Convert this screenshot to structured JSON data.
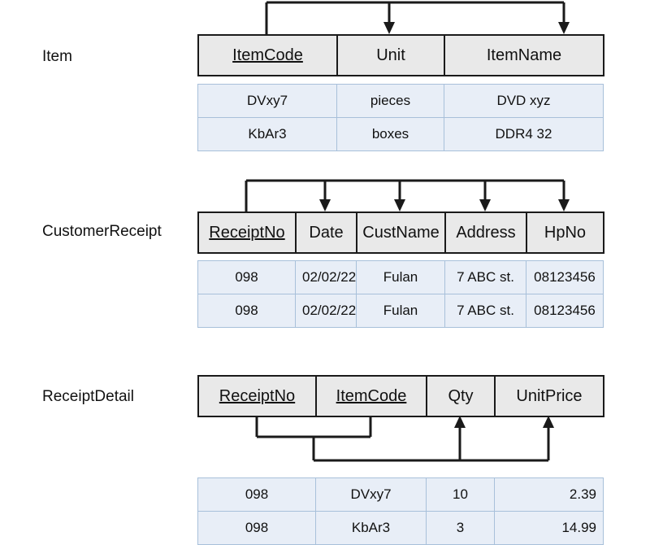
{
  "diagram": {
    "title": "Database normalization functional dependency diagram",
    "background_color": "#ffffff",
    "header_fill": "#e9e9e9",
    "header_border": "#1a1a1a",
    "data_fill": "#e8eef7",
    "data_border": "#a8c0da",
    "arrow_color": "#1a1a1a"
  },
  "entities": [
    {
      "name": "Item",
      "label": "Item",
      "columns": [
        {
          "name": "ItemCode",
          "label": "ItemCode",
          "key": true
        },
        {
          "name": "Unit",
          "label": "Unit",
          "key": false
        },
        {
          "name": "ItemName",
          "label": "ItemName",
          "key": false
        }
      ],
      "rows": [
        {
          "ItemCode": "DVxy7",
          "Unit": "pieces",
          "ItemName": "DVD xyz"
        },
        {
          "ItemCode": "KbAr3",
          "Unit": "boxes",
          "ItemName": "DDR4 32"
        }
      ],
      "dependencies": {
        "from": [
          "ItemCode"
        ],
        "to": [
          "Unit",
          "ItemName"
        ]
      }
    },
    {
      "name": "CustomerReceipt",
      "label": "CustomerReceipt",
      "columns": [
        {
          "name": "ReceiptNo",
          "label": "ReceiptNo",
          "key": true
        },
        {
          "name": "Date",
          "label": "Date",
          "key": false
        },
        {
          "name": "CustName",
          "label": "CustName",
          "key": false
        },
        {
          "name": "Address",
          "label": "Address",
          "key": false
        },
        {
          "name": "HpNo",
          "label": "HpNo",
          "key": false
        }
      ],
      "rows": [
        {
          "ReceiptNo": "098",
          "Date": "02/02/22",
          "CustName": "Fulan",
          "Address": "7 ABC st.",
          "HpNo": "08123456"
        },
        {
          "ReceiptNo": "098",
          "Date": "02/02/22",
          "CustName": "Fulan",
          "Address": "7 ABC st.",
          "HpNo": "08123456"
        }
      ],
      "dependencies": {
        "from": [
          "ReceiptNo"
        ],
        "to": [
          "Date",
          "CustName",
          "Address",
          "HpNo"
        ]
      }
    },
    {
      "name": "ReceiptDetail",
      "label": "ReceiptDetail",
      "columns": [
        {
          "name": "ReceiptNo",
          "label": "ReceiptNo",
          "key": true
        },
        {
          "name": "ItemCode",
          "label": "ItemCode",
          "key": true
        },
        {
          "name": "Qty",
          "label": "Qty",
          "key": false
        },
        {
          "name": "UnitPrice",
          "label": "UnitPrice",
          "key": false
        }
      ],
      "rows": [
        {
          "ReceiptNo": "098",
          "ItemCode": "DVxy7",
          "Qty": "10",
          "UnitPrice": "2.39"
        },
        {
          "ReceiptNo": "098",
          "ItemCode": "KbAr3",
          "Qty": "3",
          "UnitPrice": "14.99"
        }
      ],
      "dependencies": {
        "from": [
          "ReceiptNo",
          "ItemCode"
        ],
        "to": [
          "Qty",
          "UnitPrice"
        ]
      }
    }
  ]
}
